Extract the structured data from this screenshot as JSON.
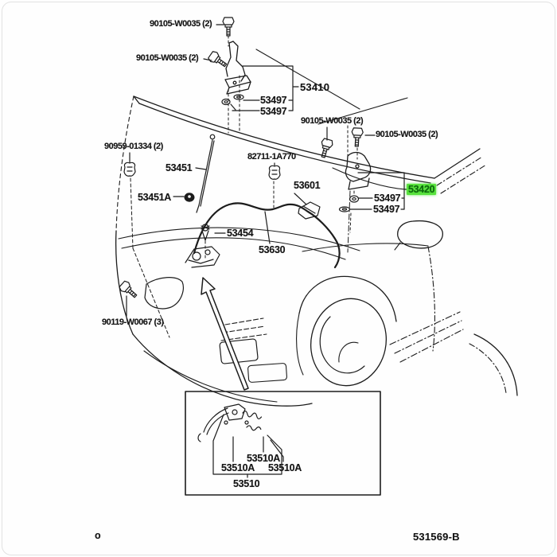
{
  "diagram": {
    "type": "parts-diagram",
    "subject": "hood lock, hinge and support components on vehicle front",
    "drawing_number": "531569-B",
    "page_marker": "o",
    "highlighted_part": "53420",
    "highlight_bg_color": "#59e23e",
    "highlight_text_color": "#0c6b0c",
    "line_color": "#1c1c1c",
    "background_color": "#fefefe"
  },
  "icons": [
    {
      "name": "hex-bolt-icon",
      "meaning": "flange bolt fastener"
    },
    {
      "name": "washer-icon",
      "meaning": "washer / nut"
    },
    {
      "name": "clip-icon",
      "meaning": "retaining clip"
    },
    {
      "name": "grommet-icon",
      "meaning": "rod holder grommet"
    },
    {
      "name": "arrow-icon",
      "meaning": "points inset detail to mounting location"
    }
  ],
  "labels": [
    {
      "id": "bolt-hinge-top-a",
      "text": "90105-W0035 (2)"
    },
    {
      "id": "bolt-hinge-top-b",
      "text": "90105-W0035 (2)"
    },
    {
      "id": "hinge-assembly-rh",
      "text": "53410"
    },
    {
      "id": "washer-top-1",
      "text": "53497"
    },
    {
      "id": "washer-top-2",
      "text": "53497"
    },
    {
      "id": "bolt-hinge-lh-a",
      "text": "90105-W0035 (2)"
    },
    {
      "id": "bolt-hinge-lh-b",
      "text": "90105-W0035 (2)"
    },
    {
      "id": "clip-support-rod",
      "text": "90959-01334 (2)"
    },
    {
      "id": "hood-support-rod",
      "text": "53451"
    },
    {
      "id": "cable-clamp",
      "text": "82711-1A770"
    },
    {
      "id": "lock-cylinder",
      "text": "53601"
    },
    {
      "id": "rod-grommet",
      "text": "53451A"
    },
    {
      "id": "washer-lh-1",
      "text": "53497"
    },
    {
      "id": "washer-lh-2",
      "text": "53497"
    },
    {
      "id": "hinge-assembly-lh",
      "text": "53420"
    },
    {
      "id": "hood-hook",
      "text": "53454"
    },
    {
      "id": "release-cable",
      "text": "53630"
    },
    {
      "id": "bolt-lock",
      "text": "90119-W0067 (3)"
    },
    {
      "id": "lock-spring-center",
      "text": "53510A"
    },
    {
      "id": "lock-spring-left",
      "text": "53510A"
    },
    {
      "id": "lock-spring-right",
      "text": "53510A"
    },
    {
      "id": "hood-lock-assembly",
      "text": "53510"
    },
    {
      "id": "drawing-number",
      "text": "531569-B"
    },
    {
      "id": "page-marker",
      "text": "o"
    }
  ]
}
